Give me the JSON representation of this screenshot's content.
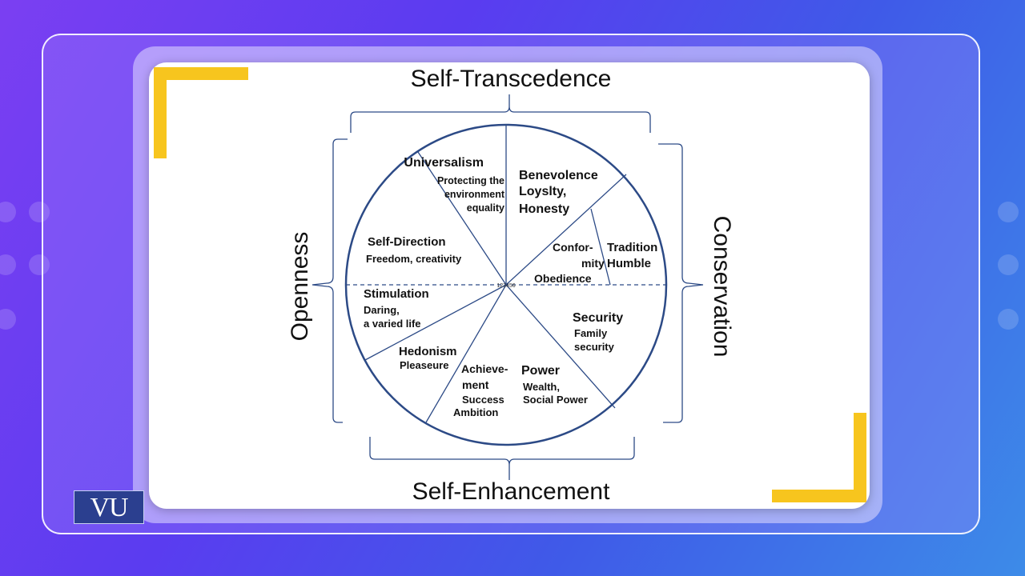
{
  "diagram": {
    "dimensions": {
      "top": "Self-Transcedence",
      "bottom": "Self-Enhancement",
      "left": "Openness",
      "right": "Conservation"
    },
    "center_text": "123456",
    "values": [
      {
        "title": "Universalism",
        "lines": [
          "Protecting the",
          "environment",
          "equality"
        ]
      },
      {
        "title": "Benevolence",
        "lines": [
          "Loyslty,",
          "Honesty"
        ]
      },
      {
        "title": "Tradition",
        "lines": [
          "Humble"
        ]
      },
      {
        "title": "Confor-",
        "lines": [
          "mity",
          "Obedience"
        ]
      },
      {
        "title": "Security",
        "lines": [
          "Family",
          "security"
        ]
      },
      {
        "title": "Power",
        "lines": [
          "Wealth,",
          "Social Power"
        ]
      },
      {
        "title": "Achieve-",
        "lines": [
          "ment",
          "Success",
          "Ambition"
        ]
      },
      {
        "title": "Hedonism",
        "lines": [
          "Pleaseure"
        ]
      },
      {
        "title": "Stimulation",
        "lines": [
          "Daring,",
          "a varied life"
        ]
      },
      {
        "title": "Self-Direction",
        "lines": [
          "Freedom, creativity"
        ]
      }
    ],
    "colors": {
      "circle": "#2c4a86",
      "text": "#111111",
      "accent": "#f7c51e"
    }
  },
  "branding": {
    "logo_text": "VU"
  }
}
